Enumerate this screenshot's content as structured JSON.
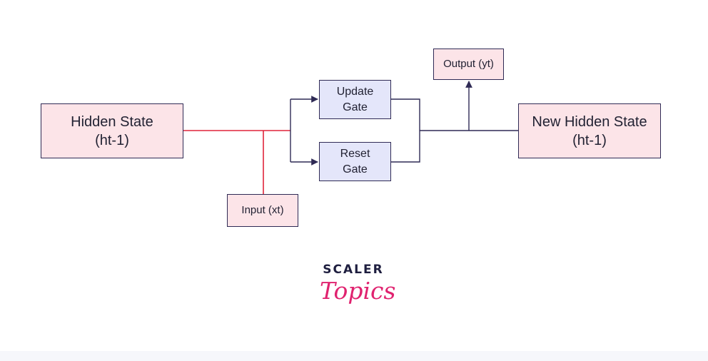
{
  "diagram": {
    "hidden_state": "Hidden State\n(ht-1)",
    "new_hidden_state": "New Hidden State\n(ht-1)",
    "update_gate": "Update\nGate",
    "reset_gate": "Reset\nGate",
    "input": "Input (xt)",
    "output": "Output (yt)"
  },
  "logo": {
    "line1": "SCALER",
    "line2": "Topics"
  },
  "colors": {
    "box_border": "#2f2a55",
    "state_fill": "#fce4e8",
    "gate_fill": "#e4e6fa",
    "input_line": "#e0243a",
    "flow_line": "#2f2a55",
    "logo_dark": "#1e1e3f",
    "logo_pink": "#e0226f"
  }
}
